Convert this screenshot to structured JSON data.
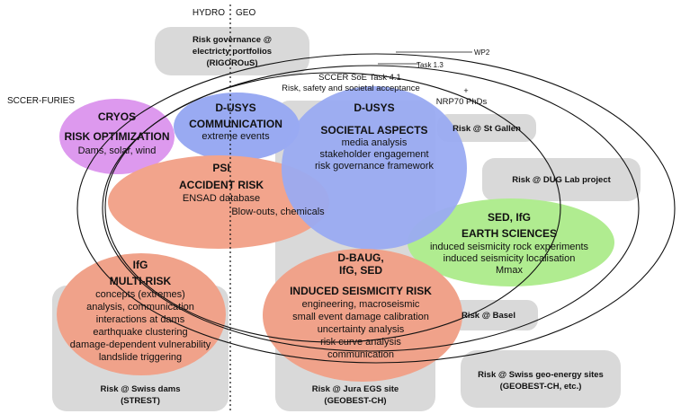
{
  "header": {
    "left": "HYDRO",
    "right": "GEO"
  },
  "labels": {
    "furies": "SCCER-FURIES",
    "wp2": "WP2",
    "task13": "Task 1.3",
    "soe_task": "SCCER SoE Task 4.1",
    "soe_title": "Risk, safety and societal acceptance",
    "plus": "+",
    "nrp70": "NRP70 PhDs"
  },
  "boxes": {
    "rigorous": [
      "Risk governance @",
      "electricty portfolios",
      "(RIGOROuS)"
    ],
    "st_gallen": "Risk @ St Gallen",
    "dug_lab": "Risk @ DUG Lab project",
    "basel": "Risk @ Basel",
    "swiss_dams": [
      "Risk @ Swiss dams",
      "(STREST)"
    ],
    "jura": [
      "Risk @ Jura EGS site",
      "(GEOBEST-CH)"
    ],
    "geo_energy": [
      "Risk @ Swiss geo-energy sites",
      "(GEOBEST-CH, etc.)"
    ]
  },
  "bubbles": {
    "cryos": {
      "title": "CRYOS",
      "subtitle": "RISK OPTIMIZATION",
      "lines": [
        "Dams, solar, wind"
      ]
    },
    "dusys_comm": {
      "title": "D-USYS",
      "subtitle": "COMMUNICATION",
      "lines": [
        "extreme events"
      ]
    },
    "dusys_soc": {
      "title": "D-USYS",
      "subtitle": "SOCIETAL ASPECTS",
      "lines": [
        "media analysis",
        "stakeholder engagement",
        "risk governance framework"
      ]
    },
    "psi": {
      "title": "PSI",
      "subtitle": "ACCIDENT RISK",
      "lines": [
        "ENSAD database",
        "Blow-outs, chemicals"
      ]
    },
    "sed_ifg": {
      "title": "SED, IfG",
      "subtitle": "EARTH SCIENCES",
      "lines": [
        "induced seismicity rock experiments",
        "induced seismicity localisation",
        "Mmax"
      ]
    },
    "ifg": {
      "title": "IfG",
      "subtitle": "MULTI-RISK",
      "lines": [
        "concepts (extremes)",
        "analysis, communication",
        "interactions at dams",
        "earthquake clustering",
        "damage-dependent vulnerability",
        "landslide triggering"
      ]
    },
    "dbaug": {
      "title": "D-BAUG,",
      "title2": "IfG, SED",
      "subtitle": "INDUCED SEISMICITY RISK",
      "lines": [
        "engineering, macroseismic",
        "small event damage calibration",
        "uncertainty analysis",
        "risk curve analysis",
        "communication"
      ]
    }
  },
  "colors": {
    "box": "#d9d9d9",
    "cryos": "#dd99ee",
    "dusys": "#99aaf2",
    "psi": "#f2a48c",
    "sed": "#b0ec90",
    "ifg": "#f0a28a",
    "dbaug": "#f0a28a"
  }
}
